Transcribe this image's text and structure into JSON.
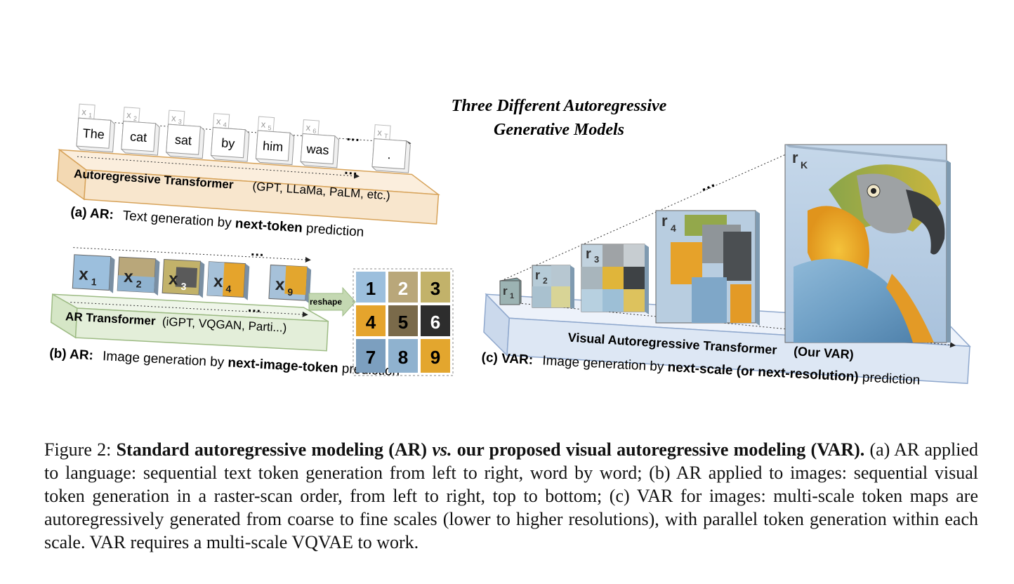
{
  "title": {
    "line1": "Three  Different  Autoregressive",
    "line2": "Generative  Models"
  },
  "panel_a": {
    "tokens": [
      {
        "sub": "1",
        "word": "The"
      },
      {
        "sub": "2",
        "word": "cat"
      },
      {
        "sub": "3",
        "word": "sat"
      },
      {
        "sub": "4",
        "word": "by"
      },
      {
        "sub": "5",
        "word": "him"
      },
      {
        "sub": "6",
        "word": "was"
      },
      {
        "sub": "T",
        "word": "."
      }
    ],
    "token_var": "x",
    "ellipsis": "…",
    "box_label": "Autoregressive Transformer",
    "box_models": "(GPT, LLaMa, PaLM, etc.)",
    "tag": "(a) AR:",
    "desc_pre": "Text generation by ",
    "desc_bold": "next-token",
    "desc_post": " prediction",
    "colors": {
      "box_fill": "#f8e6cd",
      "box_top": "#fbeedd",
      "box_stroke": "#d7a35a"
    }
  },
  "panel_b": {
    "tokens": [
      "1",
      "2",
      "3",
      "4",
      "9"
    ],
    "token_var": "x",
    "ellipsis": "…",
    "reshape_label": "reshape",
    "grid_numbers": [
      "1",
      "2",
      "3",
      "4",
      "5",
      "6",
      "7",
      "8",
      "9"
    ],
    "box_label": "AR Transformer",
    "box_models": "(iGPT, VQGAN, Parti...)",
    "tag": "(b) AR:",
    "desc_pre": "Image generation by ",
    "desc_bold": "next-image-token",
    "desc_post": " prediction",
    "colors": {
      "box_fill": "#e3eed9",
      "box_top": "#eef5e8",
      "box_stroke": "#9dbb84"
    }
  },
  "panel_c": {
    "scales": [
      "1",
      "2",
      "3",
      "4",
      "K"
    ],
    "scale_var": "r",
    "ellipsis": "…",
    "box_label": "Visual Autoregressive Transformer",
    "box_models": "(Our VAR)",
    "tag": "(c) VAR:",
    "desc_pre": "Image generation by ",
    "desc_bold": "next-scale (or next-resolution)",
    "desc_post": " prediction",
    "colors": {
      "box_fill": "#dde7f4",
      "box_top": "#edf2fa",
      "box_stroke": "#8fa8cd"
    }
  },
  "caption": {
    "fig_label": "Figure 2:",
    "bold_1": "Standard autoregressive modeling (AR)",
    "bold_italic": "vs.",
    "bold_2": "our proposed visual autoregressive modeling (VAR).",
    "body": "(a) AR applied to language: sequential text token generation from left to right, word by word; (b) AR applied to images: sequential visual token generation in a raster-scan order, from left to right, top to bottom; (c) VAR for images: multi-scale token maps are autoregressively generated from coarse to fine scales (lower to higher resolutions), with parallel token generation within each scale. VAR requires a multi-scale VQVAE to work."
  }
}
